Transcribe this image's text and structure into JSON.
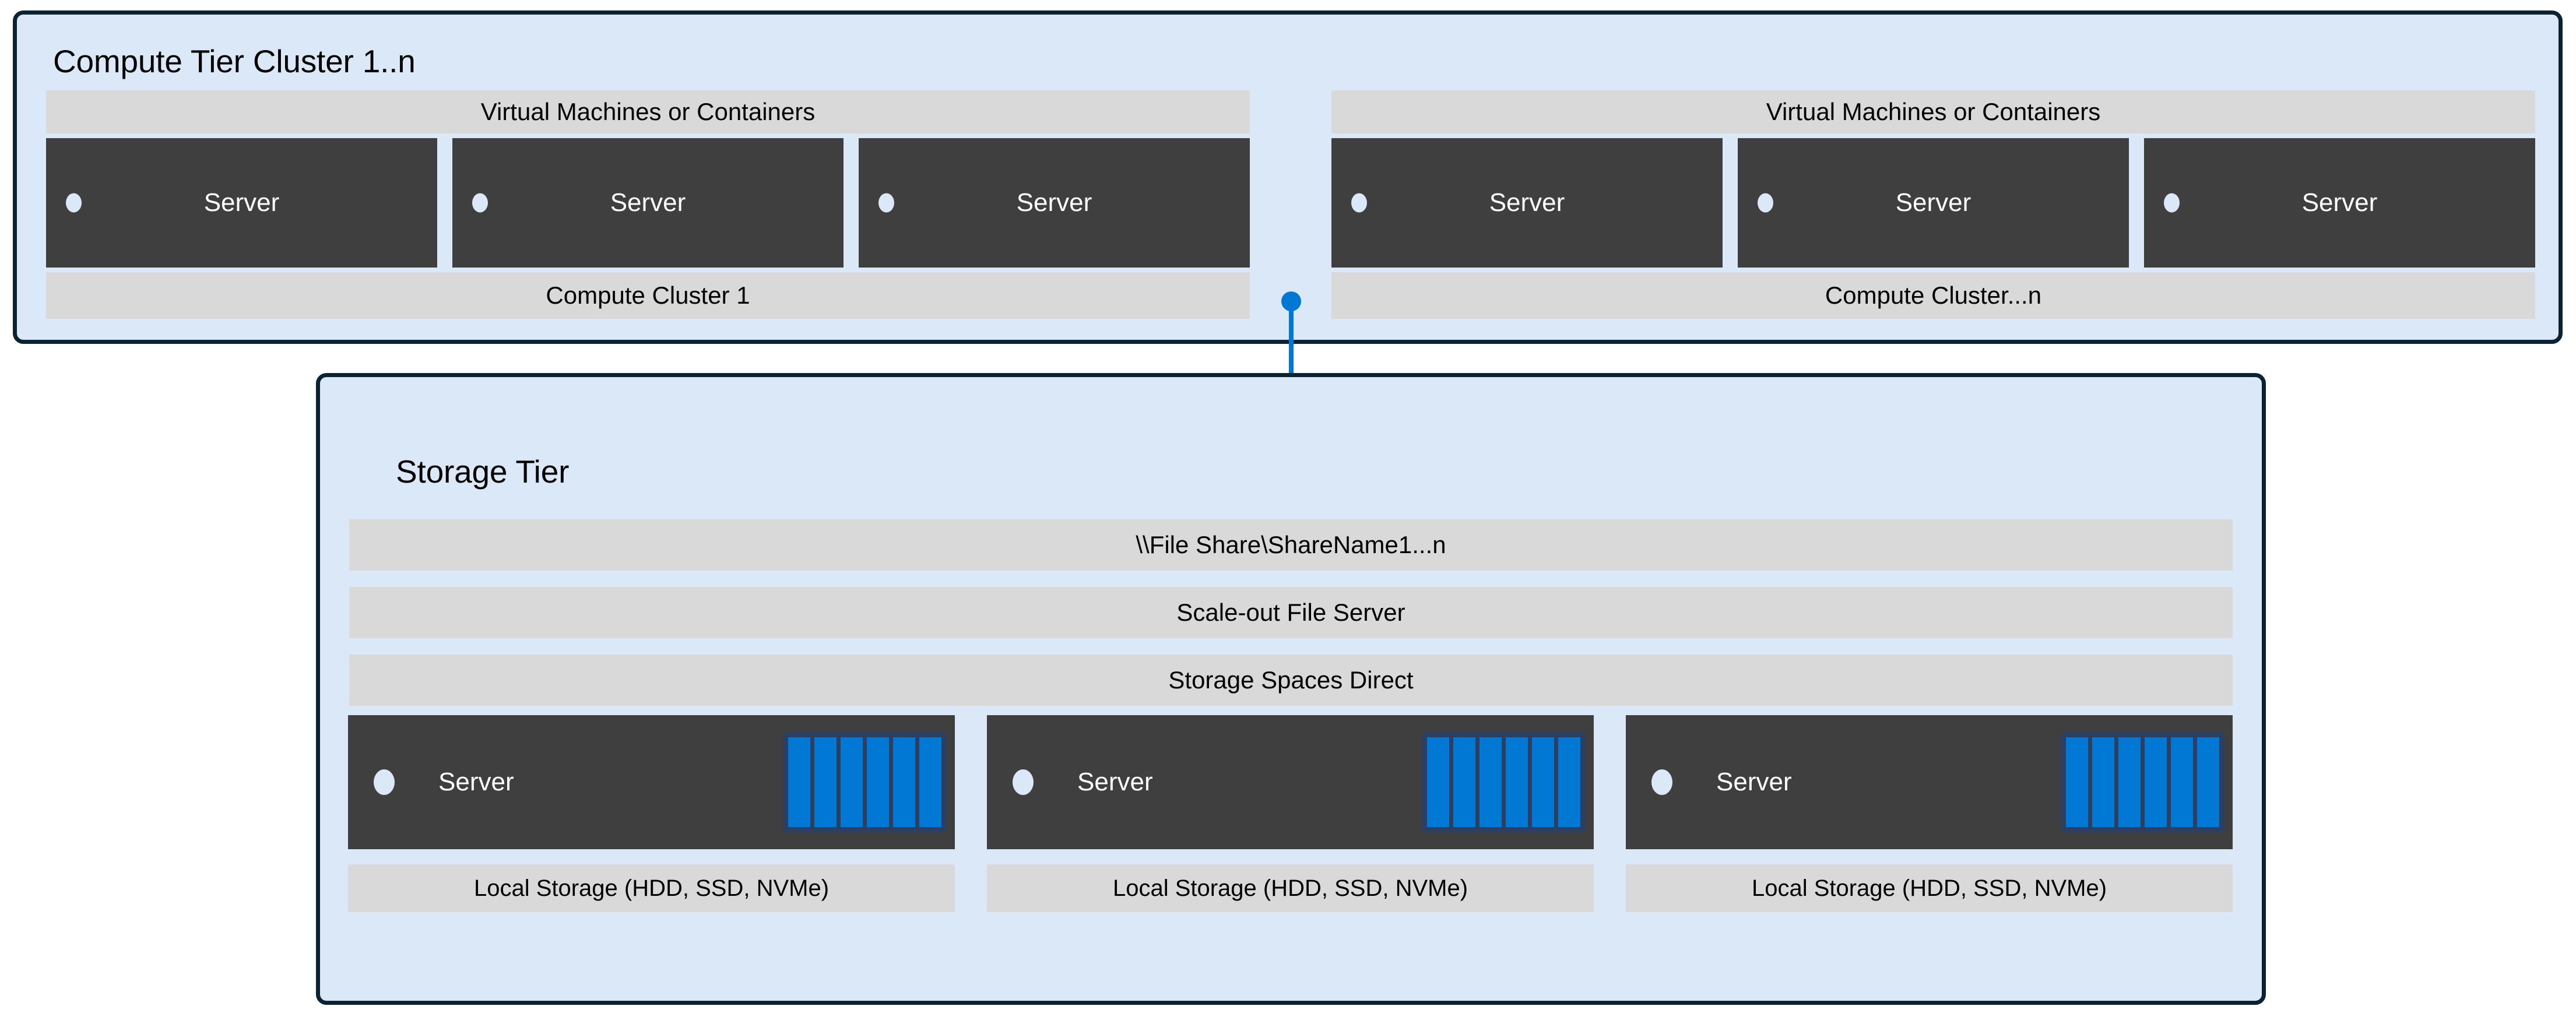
{
  "diagram": {
    "title_compute": "Compute Tier Cluster 1..n",
    "title_storage": "Storage Tier",
    "colors": {
      "tier_background": "#dbe8f7",
      "tier_border": "#0b2232",
      "band_gray": "#d9d9d9",
      "server_dark": "#3f3f3f",
      "accent_blue": "#0078d4",
      "disk_frame": "#2b3f63",
      "led": "#dbe8f7",
      "text_dark": "#000000",
      "text_light": "#ffffff"
    }
  },
  "compute_tier": {
    "title": "Compute Tier Cluster 1..n",
    "clusters": [
      {
        "header": "Virtual Machines or Containers",
        "footer": "Compute Cluster 1",
        "servers": [
          {
            "label": "Server"
          },
          {
            "label": "Server"
          },
          {
            "label": "Server"
          }
        ]
      },
      {
        "header": "Virtual Machines or Containers",
        "footer": "Compute Cluster...n",
        "servers": [
          {
            "label": "Server"
          },
          {
            "label": "Server"
          },
          {
            "label": "Server"
          }
        ]
      }
    ]
  },
  "connector": {
    "icon": "folder-icon",
    "endpoint_top": "compute-tier",
    "endpoint_bottom": "storage-tier"
  },
  "storage_tier": {
    "title": "Storage Tier",
    "bands": [
      {
        "label": "\\\\File Share\\ShareName1...n"
      },
      {
        "label": "Scale-out File Server"
      },
      {
        "label": "Storage Spaces Direct"
      }
    ],
    "nodes": [
      {
        "server_label": "Server",
        "storage_label": "Local Storage (HDD, SSD, NVMe)",
        "disk_count": 6
      },
      {
        "server_label": "Server",
        "storage_label": "Local Storage (HDD, SSD, NVMe)",
        "disk_count": 6
      },
      {
        "server_label": "Server",
        "storage_label": "Local Storage (HDD, SSD, NVMe)",
        "disk_count": 6
      }
    ]
  }
}
